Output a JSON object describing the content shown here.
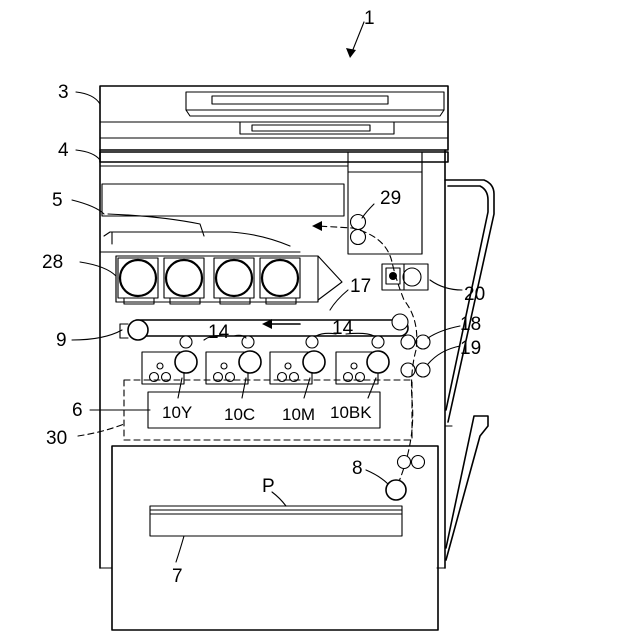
{
  "labels": {
    "fig_number": "1",
    "scanner": "3",
    "document_tray": "4",
    "exit_tray": "5",
    "toner_bottles": "28",
    "belt_unit": "9",
    "image_station_group": "6",
    "station_frame": "30",
    "sheet_tray": "7",
    "sheet": "P",
    "pickup_roller": "8",
    "exit_roller": "29",
    "fixing_unit": "20",
    "transfer_belt": "17",
    "secondary_transfer": "18",
    "registration_rollers": "19",
    "primary_transfer_left": "14",
    "primary_transfer_right": "14",
    "station_y": "10Y",
    "station_c": "10C",
    "station_m": "10M",
    "station_bk": "10BK"
  }
}
